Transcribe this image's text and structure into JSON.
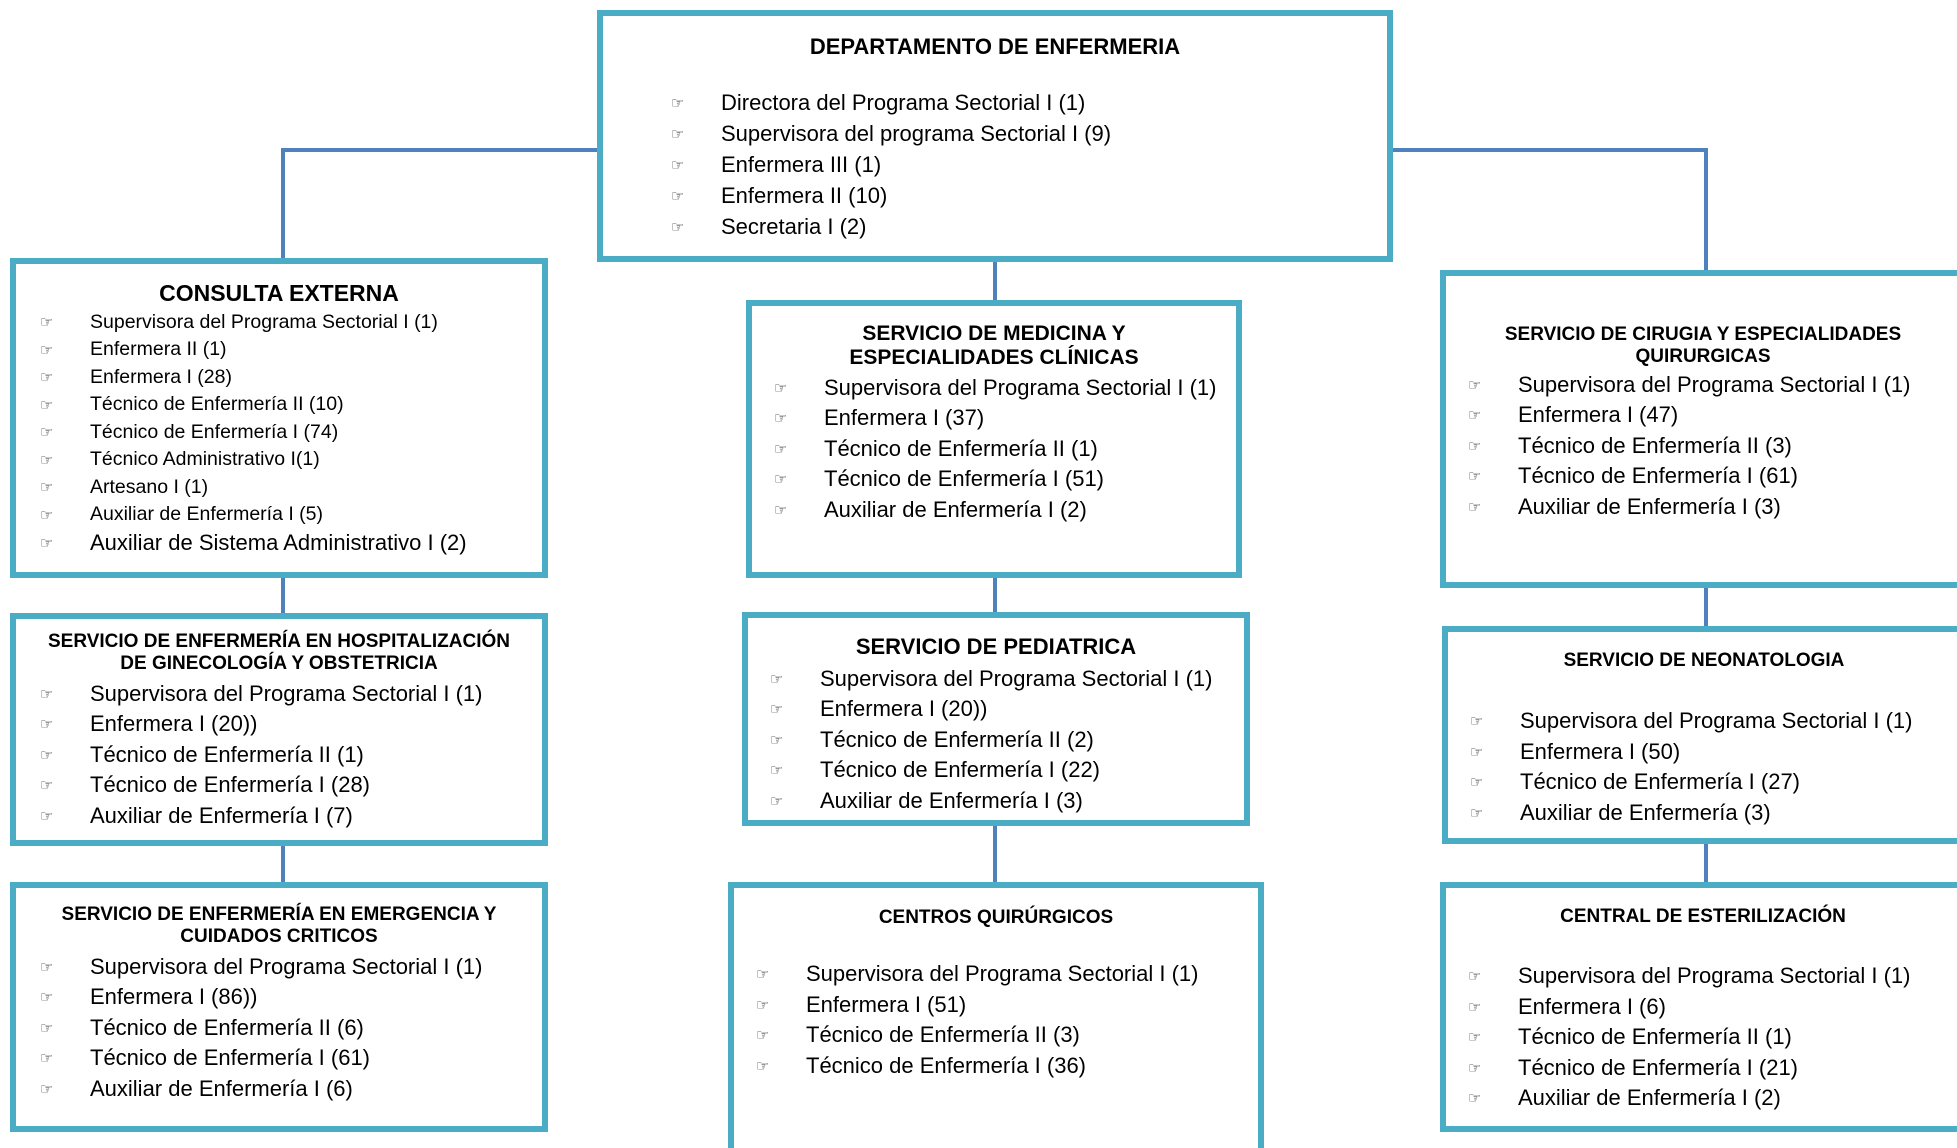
{
  "colors": {
    "box_border": "#4bacc6",
    "connector": "#4f81bd"
  },
  "bullet_icon": "pointing-hand-icon",
  "bullet_glyph": "☞",
  "department": {
    "title": "DEPARTAMENTO DE ENFERMERIA",
    "items": [
      "Directora del Programa Sectorial I (1)",
      "Supervisora del programa Sectorial I (9)",
      "Enfermera III (1)",
      "Enfermera II (10)",
      "Secretaria I (2)"
    ]
  },
  "consulta_externa": {
    "title": "CONSULTA EXTERNA",
    "items": [
      "Supervisora del Programa Sectorial I (1)",
      "Enfermera II (1)",
      "Enfermera I (28)",
      "Técnico de Enfermería II (10)",
      "Técnico de Enfermería I (74)",
      "Técnico Administrativo I(1)",
      "Artesano I (1)",
      "Auxiliar de Enfermería I (5)",
      "Auxiliar de Sistema Administrativo I (2)"
    ]
  },
  "ginecologia": {
    "title_line1": "SERVICIO DE ENFERMERÍA EN HOSPITALIZACIÓN",
    "title_line2": "DE GINECOLOGÍA Y OBSTETRICIA",
    "items": [
      "Supervisora del Programa Sectorial I (1)",
      "Enfermera I (20))",
      "Técnico de Enfermería II (1)",
      "Técnico de Enfermería I (28)",
      "Auxiliar de Enfermería I (7)"
    ]
  },
  "emergencia": {
    "title_line1": "SERVICIO DE ENFERMERÍA EN EMERGENCIA Y",
    "title_line2": "CUIDADOS CRITICOS",
    "items": [
      "Supervisora del Programa Sectorial I (1)",
      "Enfermera I (86))",
      "Técnico de Enfermería II (6)",
      "Técnico de Enfermería I (61)",
      "Auxiliar de Enfermería I (6)"
    ]
  },
  "medicina": {
    "title_line1": "SERVICIO DE MEDICINA Y",
    "title_line2": "ESPECIALIDADES CLÍNICAS",
    "items": [
      "Supervisora del Programa Sectorial I (1)",
      "Enfermera I (37)",
      "Técnico de Enfermería II (1)",
      "Técnico de Enfermería I (51)",
      "Auxiliar de Enfermería I (2)"
    ]
  },
  "pediatria": {
    "title": "SERVICIO DE PEDIATRICA",
    "items": [
      "Supervisora del Programa Sectorial I (1)",
      "Enfermera I (20))",
      "Técnico de Enfermería II (2)",
      "Técnico de Enfermería I (22)",
      "Auxiliar de Enfermería I (3)"
    ]
  },
  "centros_quirurgicos": {
    "title": "CENTROS QUIRÚRGICOS",
    "items": [
      "Supervisora del Programa Sectorial I (1)",
      "Enfermera I (51)",
      "Técnico de Enfermería II (3)",
      "Técnico de Enfermería I (36)"
    ]
  },
  "cirugia": {
    "title_line1": "SERVICIO DE CIRUGIA Y ESPECIALIDADES",
    "title_line2": "QUIRURGICAS",
    "items": [
      "Supervisora del Programa Sectorial I (1)",
      "Enfermera I (47)",
      "Técnico de Enfermería II (3)",
      "Técnico de Enfermería I (61)",
      "Auxiliar de Enfermería I (3)"
    ]
  },
  "neonatologia": {
    "title": "SERVICIO DE NEONATOLOGIA",
    "items": [
      "Supervisora del Programa Sectorial I (1)",
      "Enfermera I (50)",
      "Técnico de Enfermería I (27)",
      "Auxiliar de Enfermería (3)"
    ]
  },
  "esterilizacion": {
    "title": "CENTRAL DE ESTERILIZACIÓN",
    "items": [
      "Supervisora del Programa Sectorial I (1)",
      "Enfermera I (6)",
      "Técnico de Enfermería II (1)",
      "Técnico de Enfermería I (21)",
      "Auxiliar de Enfermería I (2)"
    ]
  }
}
